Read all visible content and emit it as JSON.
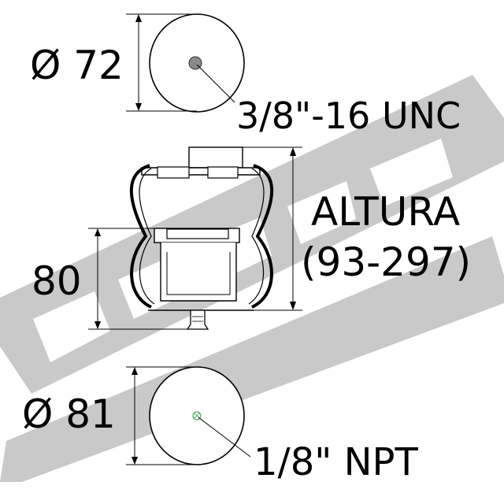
{
  "diagram": {
    "labels": {
      "top_diameter": "Ø 72",
      "top_thread": "3/8\"-16 UNC",
      "height_title": "ALTURA",
      "height_range": "(93-297)",
      "bottom_height": "80",
      "bottom_diameter": "Ø 81",
      "bottom_port": "1/8\" NPT"
    },
    "colors": {
      "line": "#000000",
      "watermark": "#c8c8c8",
      "port_marker": "#2e9e3e"
    }
  }
}
